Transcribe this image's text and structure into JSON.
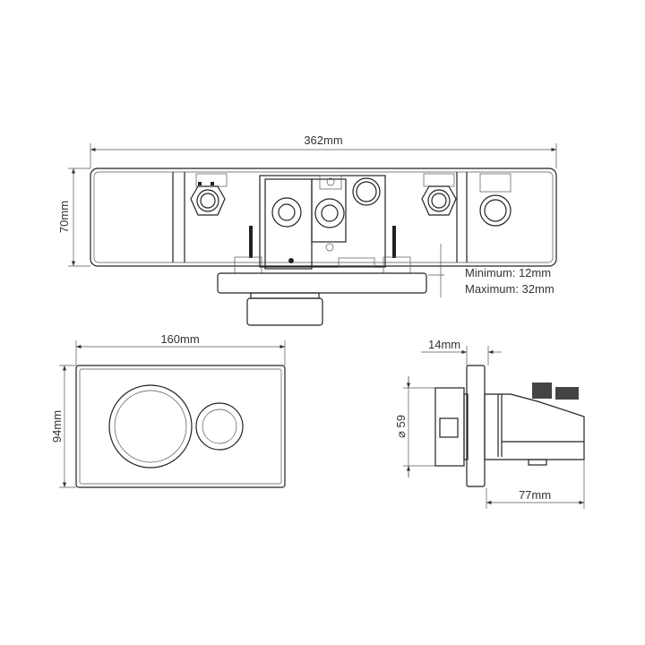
{
  "top_view": {
    "width_label": "362mm",
    "height_label": "70mm",
    "min_label": "Minimum: 12mm",
    "max_label": "Maximum: 32mm"
  },
  "front_plate": {
    "width_label": "160mm",
    "height_label": "94mm"
  },
  "side_view": {
    "flange_label": "14mm",
    "diameter_label": "⌀ 59",
    "depth_label": "77mm"
  }
}
